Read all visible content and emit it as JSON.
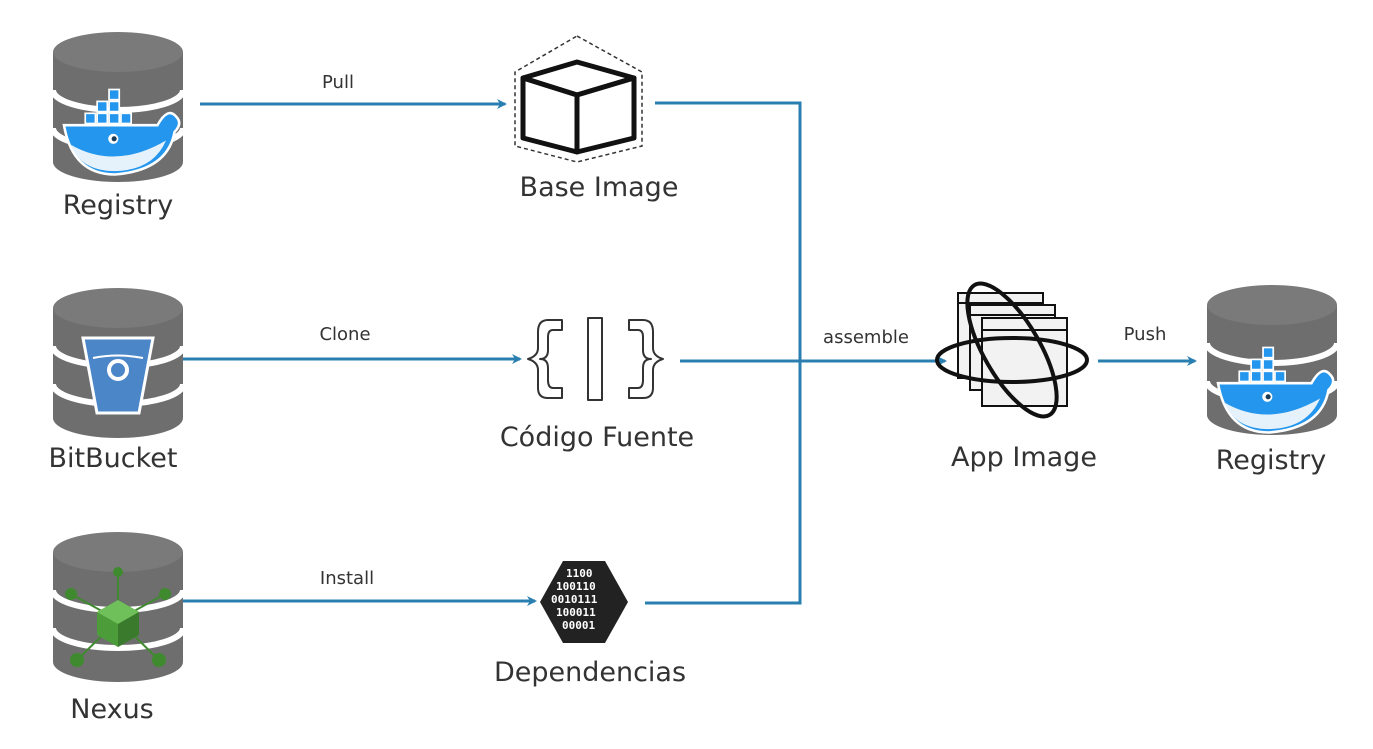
{
  "nodes": {
    "registry_source": {
      "label": "Registry",
      "icon": "docker-whale-database-icon"
    },
    "bitbucket": {
      "label": "BitBucket",
      "icon": "bitbucket-bucket-database-icon"
    },
    "nexus": {
      "label": "Nexus",
      "icon": "nexus-cube-database-icon"
    },
    "base_image": {
      "label": "Base Image",
      "icon": "cube-icon"
    },
    "codigo_fuente": {
      "label": "Código Fuente",
      "icon": "curly-braces-icon"
    },
    "dependencias": {
      "label": "Dependencias",
      "icon": "binary-hexagon-icon"
    },
    "app_image": {
      "label": "App Image",
      "icon": "stacked-windows-orbit-icon"
    },
    "registry_target": {
      "label": "Registry",
      "icon": "docker-whale-database-icon"
    }
  },
  "edges": {
    "pull": "Pull",
    "clone": "Clone",
    "install": "Install",
    "assemble": "assemble",
    "push": "Push"
  },
  "colors": {
    "connector": "#2a7fb0",
    "database": "#6e6e6e",
    "docker_blue": "#2496ed",
    "bitbucket_blue": "#4a86c8",
    "nexus_green": "#3f8a2f"
  }
}
